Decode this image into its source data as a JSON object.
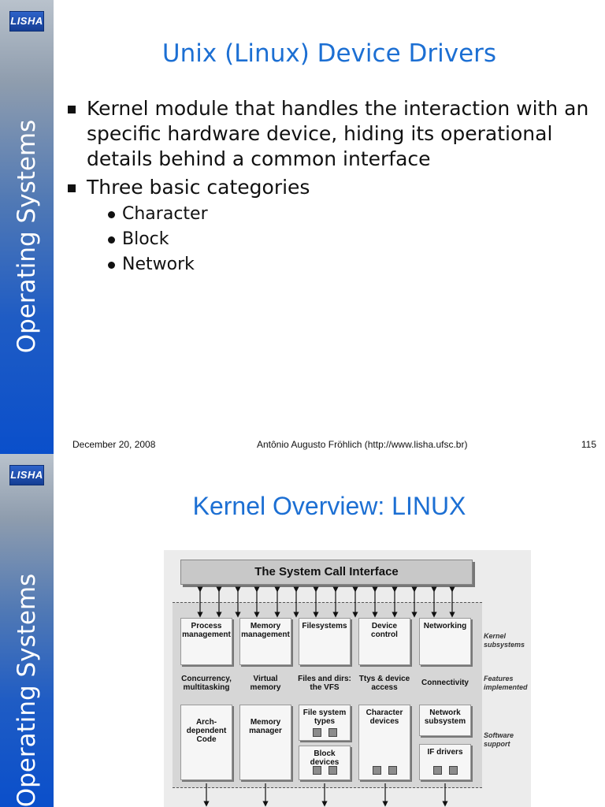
{
  "sidebar": {
    "logo_text": "LISHA",
    "title": "Operating Systems"
  },
  "slide1": {
    "title": "Unix (Linux) Device Drivers",
    "bullets": [
      "Kernel module that handles the interaction with an specific hardware device, hiding its operational details behind a common interface",
      "Three basic categories"
    ],
    "sub_bullets": [
      "Character",
      "Block",
      "Network"
    ],
    "footer": {
      "date": "December 20, 2008",
      "author": "Antônio Augusto Fröhlich (http://www.lisha.ufsc.br)",
      "page": "115"
    }
  },
  "slide2": {
    "title": "Kernel Overview: LINUX",
    "diagram": {
      "system_call_interface": "The System Call Interface",
      "subsystems": [
        "Process management",
        "Memory management",
        "Filesystems",
        "Device control",
        "Networking"
      ],
      "features": [
        "Concurrency, multitasking",
        "Virtual memory",
        "Files and dirs: the VFS",
        "Ttys & device access",
        "Connectivity"
      ],
      "software_support": {
        "arch": "Arch-dependent Code",
        "memory_manager": "Memory manager",
        "fs_types": "File system types",
        "block_devices": "Block devices",
        "char_devices": "Character devices",
        "network_subsystem": "Network subsystem",
        "if_drivers": "IF drivers"
      },
      "side_labels": {
        "kernel_subsystems": "Kernel subsystems",
        "features_implemented": "Features implemented",
        "software_support": "Software support"
      }
    }
  },
  "colors": {
    "title_blue": "#1c6fd3",
    "sidebar_blue": "#0a4fcb"
  }
}
